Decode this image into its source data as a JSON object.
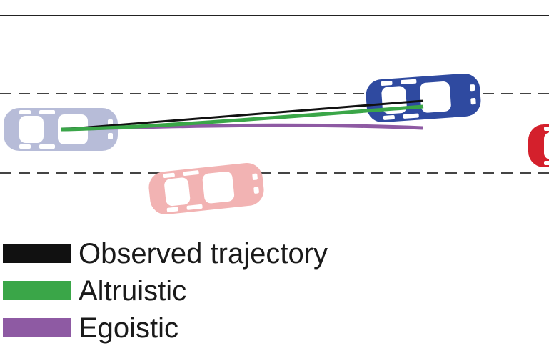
{
  "colors": {
    "observed": "#111111",
    "altruistic": "#3aa648",
    "egoistic": "#8e5aa3",
    "ego_car_past": "#b7bcd8",
    "ego_car_now": "#2f4aa0",
    "other_car": "#f2b3b3",
    "front_car": "#d4202c"
  },
  "legend": {
    "items": [
      {
        "key": "observed",
        "label": "Observed trajectory"
      },
      {
        "key": "altruistic",
        "label": "Altruistic"
      },
      {
        "key": "egoistic",
        "label": "Egoistic"
      }
    ]
  }
}
